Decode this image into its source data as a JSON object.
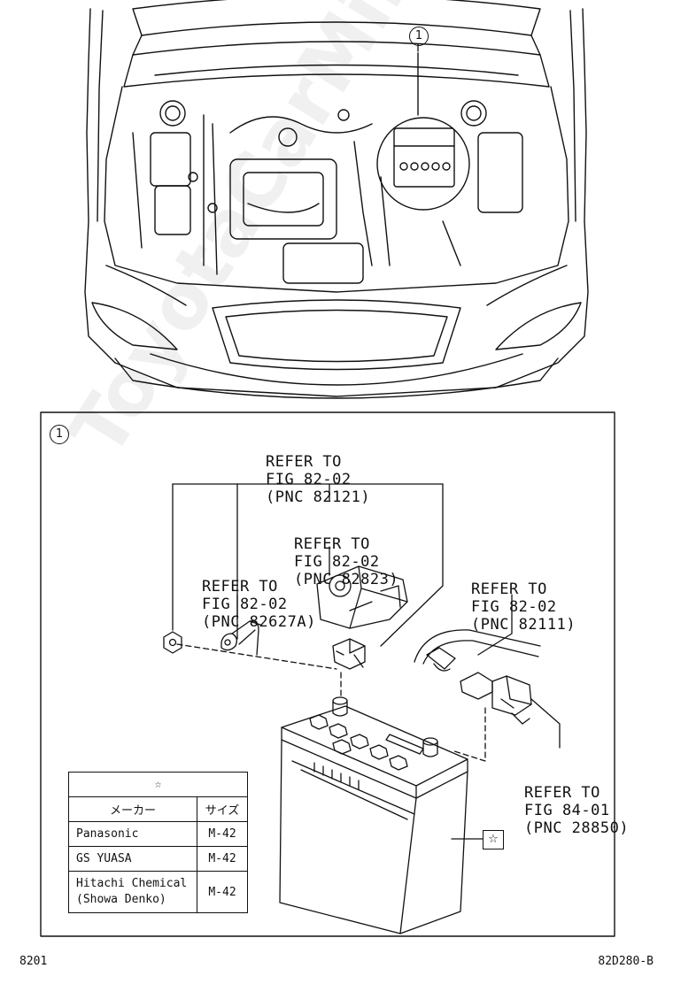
{
  "top_callout": "1",
  "detail_callout": "1",
  "refs": {
    "ref_82121": [
      "REFER TO",
      "FIG 82-02",
      "(PNC 82121)"
    ],
    "ref_82823": [
      "REFER TO",
      "FIG 82-02",
      "(PNC 82823)"
    ],
    "ref_82627a": [
      "REFER TO",
      "FIG 82-02",
      "(PNC 82627A)"
    ],
    "ref_82111": [
      "REFER TO",
      "FIG 82-02",
      "(PNC 82111)"
    ],
    "ref_28850": [
      "REFER TO",
      "FIG 84-01",
      "(PNC 28850)"
    ]
  },
  "star_symbol": "☆",
  "spec_table": {
    "header_symbol": "☆",
    "col_maker": "メーカー",
    "col_size": "サイズ",
    "rows": [
      {
        "maker": "Panasonic",
        "size": "M-42"
      },
      {
        "maker": "GS YUASA",
        "size": "M-42"
      },
      {
        "maker_lines": [
          "Hitachi Chemical",
          "(Showa Denko)"
        ],
        "size": "M-42"
      }
    ]
  },
  "watermark": "ToyotaCarMine.ru",
  "footer_left": "8201",
  "footer_right": "82D280-B"
}
